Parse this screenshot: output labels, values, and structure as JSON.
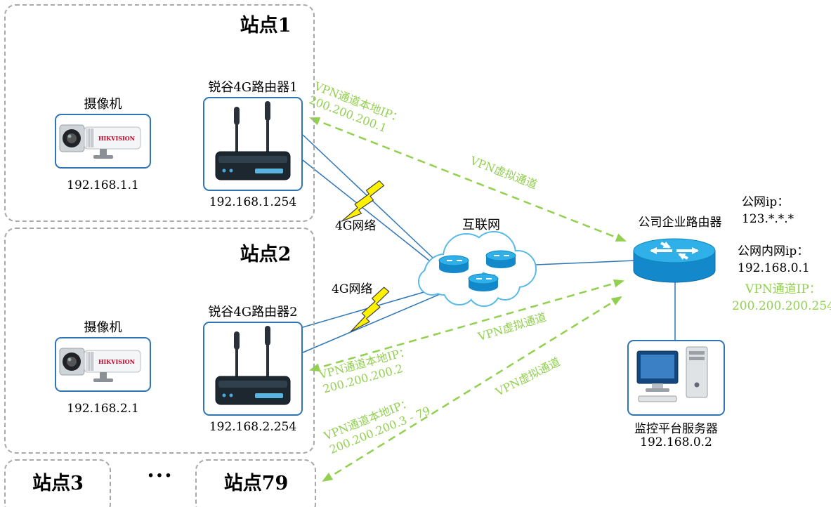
{
  "colors": {
    "vpn_green": "#92d050",
    "device_blue": "#2e75b6",
    "router_cyan": "#29abe2",
    "bolt_yellow": "#fff200"
  },
  "camera_brand": "HIKVISION",
  "ellipsis": "···",
  "site1": {
    "title": "站点1",
    "camera_label": "摄像机",
    "camera_ip": "192.168.1.1",
    "router_label": "锐谷4G路由器1",
    "router_ip": "192.168.1.254"
  },
  "site2": {
    "title": "站点2",
    "camera_label": "摄像机",
    "camera_ip": "192.168.2.1",
    "router_label": "锐谷4G路由器2",
    "router_ip": "192.168.2.254"
  },
  "site3": {
    "title": "站点3"
  },
  "site79": {
    "title": "站点79"
  },
  "internet": {
    "label": "互联网",
    "link1_label": "4G网络",
    "link2_label": "4G网络"
  },
  "enterprise": {
    "label": "公司企业路由器",
    "public_ip_label": "公网ip：",
    "public_ip": "123.*.*.*",
    "lan_ip_label": "公网内网ip：",
    "lan_ip": "192.168.0.1",
    "vpn_ip_label": "VPN通道IP：",
    "vpn_ip": "200.200.200.254"
  },
  "server": {
    "label": "监控平台服务器",
    "ip": "192.168.0.2"
  },
  "vpn": {
    "tunnel1_label": "VPN虚拟通道",
    "tunnel2_label": "VPN虚拟通道",
    "tunnel3_label": "VPN虚拟通道",
    "local1_label": "VPN通道本地IP：",
    "local1_ip": "200.200.200.1",
    "local2_label": "VPN通道本地IP：",
    "local2_ip": "200.200.200.2",
    "local3_label": "VPN通道本地IP：",
    "local3_ip": "200.200.200.3 - 79"
  }
}
